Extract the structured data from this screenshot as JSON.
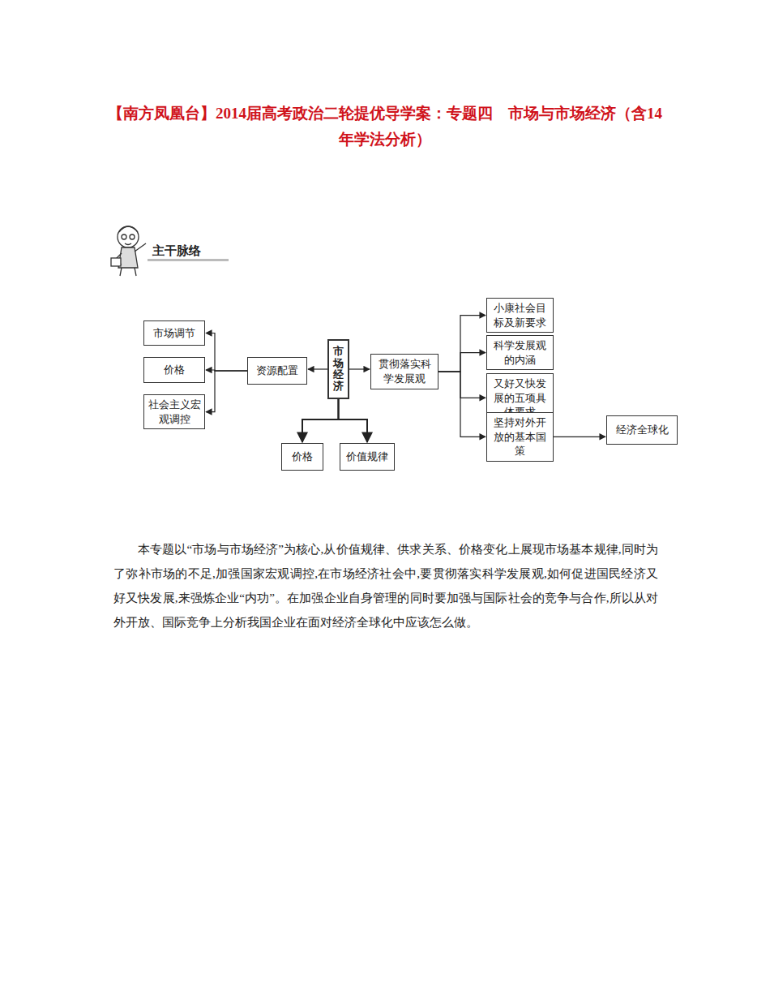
{
  "diagram": {
    "title": "【南方凤凰台】2014届高考政治二轮提优导学案：专题四　市场与市场经济（含14年学法分析）",
    "nodes": [
      {
        "text": [
          "市场经济"
        ]
      },
      {
        "text": [
          "资源配置"
        ]
      },
      {
        "text": [
          "市场调节"
        ]
      },
      {
        "text": [
          "价格"
        ]
      },
      {
        "text": [
          "社会主义宏观调控"
        ]
      },
      {
        "text": [
          "贯彻落实科学发展观"
        ]
      },
      {
        "text": [
          "小康社会目标及新要求"
        ]
      },
      {
        "text": [
          "科学发展观的内涵"
        ]
      },
      {
        "text": [
          "又好又快发展的五项具体要求"
        ]
      },
      {
        "text": [
          "坚持对外开放的基本国策"
        ]
      },
      {
        "text": [
          "经济全球化"
        ]
      },
      {
        "text": [
          "价格"
        ]
      },
      {
        "text": [
          "价值规律"
        ]
      }
    ],
    "edges": [
      {
        "from": 0,
        "to": 1,
        "arrow": "to"
      },
      {
        "from": 1,
        "to": 2,
        "arrow": "to"
      },
      {
        "from": 1,
        "to": 3,
        "arrow": "to"
      },
      {
        "from": 1,
        "to": 4,
        "arrow": "to"
      },
      {
        "from": 0,
        "to": 5,
        "arrow": "to"
      },
      {
        "from": 5,
        "to": 6,
        "arrow": "to"
      },
      {
        "from": 5,
        "to": 7,
        "arrow": "to"
      },
      {
        "from": 5,
        "to": 8,
        "arrow": "to"
      },
      {
        "from": 5,
        "to": 9,
        "arrow": "to"
      },
      {
        "from": 9,
        "to": 10,
        "arrow": "to"
      },
      {
        "from": 0,
        "to": 11,
        "arrow": "to"
      },
      {
        "from": 0,
        "to": 12,
        "arrow": "to"
      }
    ],
    "labels": [
      "主干脉络",
      "本专题以“市场与市场经济”为核心,从价值规律、供求关系、价格变化上展现市场基本规律,同时为了弥补市场的不足,加强国家宏观调控,在市场经济社会中,要贯彻落实科学发展观,如何促进国民经济又好又快发展,来强炼企业“内功”。在加强企业自身管理的同时要加强与国际社会的竞争与合作,所以从对外开放、国际竞争上分析我国企业在面对经济全球化中应该怎么做。"
    ]
  }
}
